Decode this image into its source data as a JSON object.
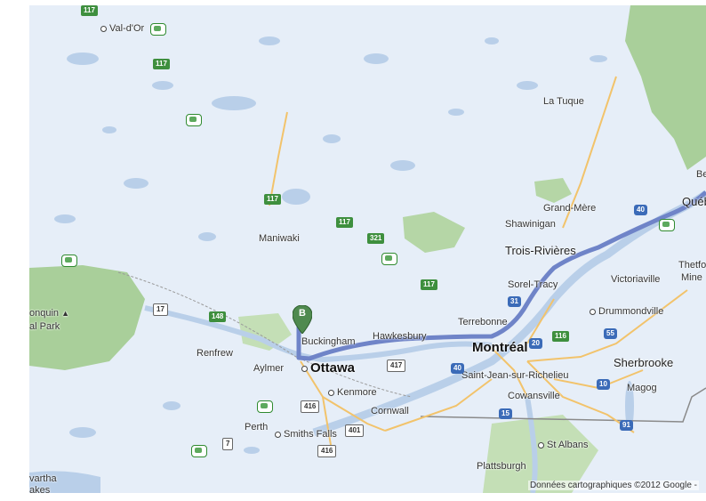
{
  "colors": {
    "water": "#b9cfe9",
    "land": "#e6eef8",
    "park": "#a9cf9a",
    "route": "#6f84c8",
    "highway": "#f2c36b",
    "marker": "#4f8a4f"
  },
  "marker": {
    "letter": "B",
    "icon": "map-pin-icon"
  },
  "places": {
    "val_dor": "Val-d'Or",
    "la_tuque": "La Tuque",
    "grand_mere": "Grand-Mère",
    "shawinigan": "Shawinigan",
    "quebec": "Québ",
    "beau": "Bea",
    "trois_rivieres": "Trois-Rivières",
    "thetford": "Thetfo",
    "mines": "Mine",
    "maniwaki": "Maniwaki",
    "sorel": "Sorel-Tracy",
    "victoriaville": "Victoriaville",
    "algonquin1": "onquin",
    "algonquin2": "al Park",
    "drummondville": "Drummondville",
    "terrebonne": "Terrebonne",
    "buckingham": "Buckingham",
    "hawkesbury": "Hawkesbury",
    "montreal": "Montréal",
    "renfrew": "Renfrew",
    "aylmer": "Aylmer",
    "ottawa": "Ottawa",
    "sherbrooke": "Sherbrooke",
    "saint_jean": "Saint-Jean-sur-Richelieu",
    "kenmore": "Kenmore",
    "cowansville": "Cowansville",
    "magog": "Magog",
    "cornwall": "Cornwall",
    "perth": "Perth",
    "smiths_falls": "Smiths Falls",
    "st_albans": "St Albans",
    "plattsburgh": "Plattsburgh",
    "kawartha1": "vartha",
    "kawartha2": "akes"
  },
  "shields": {
    "s117a": "117",
    "s117b": "117",
    "s117c": "117",
    "s117d": "117",
    "s117e": "117",
    "s321": "321",
    "s148": "148",
    "s17": "17",
    "s40a": "40",
    "s40b": "40",
    "s417": "417",
    "s416a": "416",
    "s416b": "416",
    "s401": "401",
    "s7": "7",
    "s31": "31",
    "s20": "20",
    "s116": "116",
    "s55": "55",
    "s10": "10",
    "s15": "15",
    "s91": "91"
  },
  "copyright": "Données cartographiques ©2012 Google -"
}
